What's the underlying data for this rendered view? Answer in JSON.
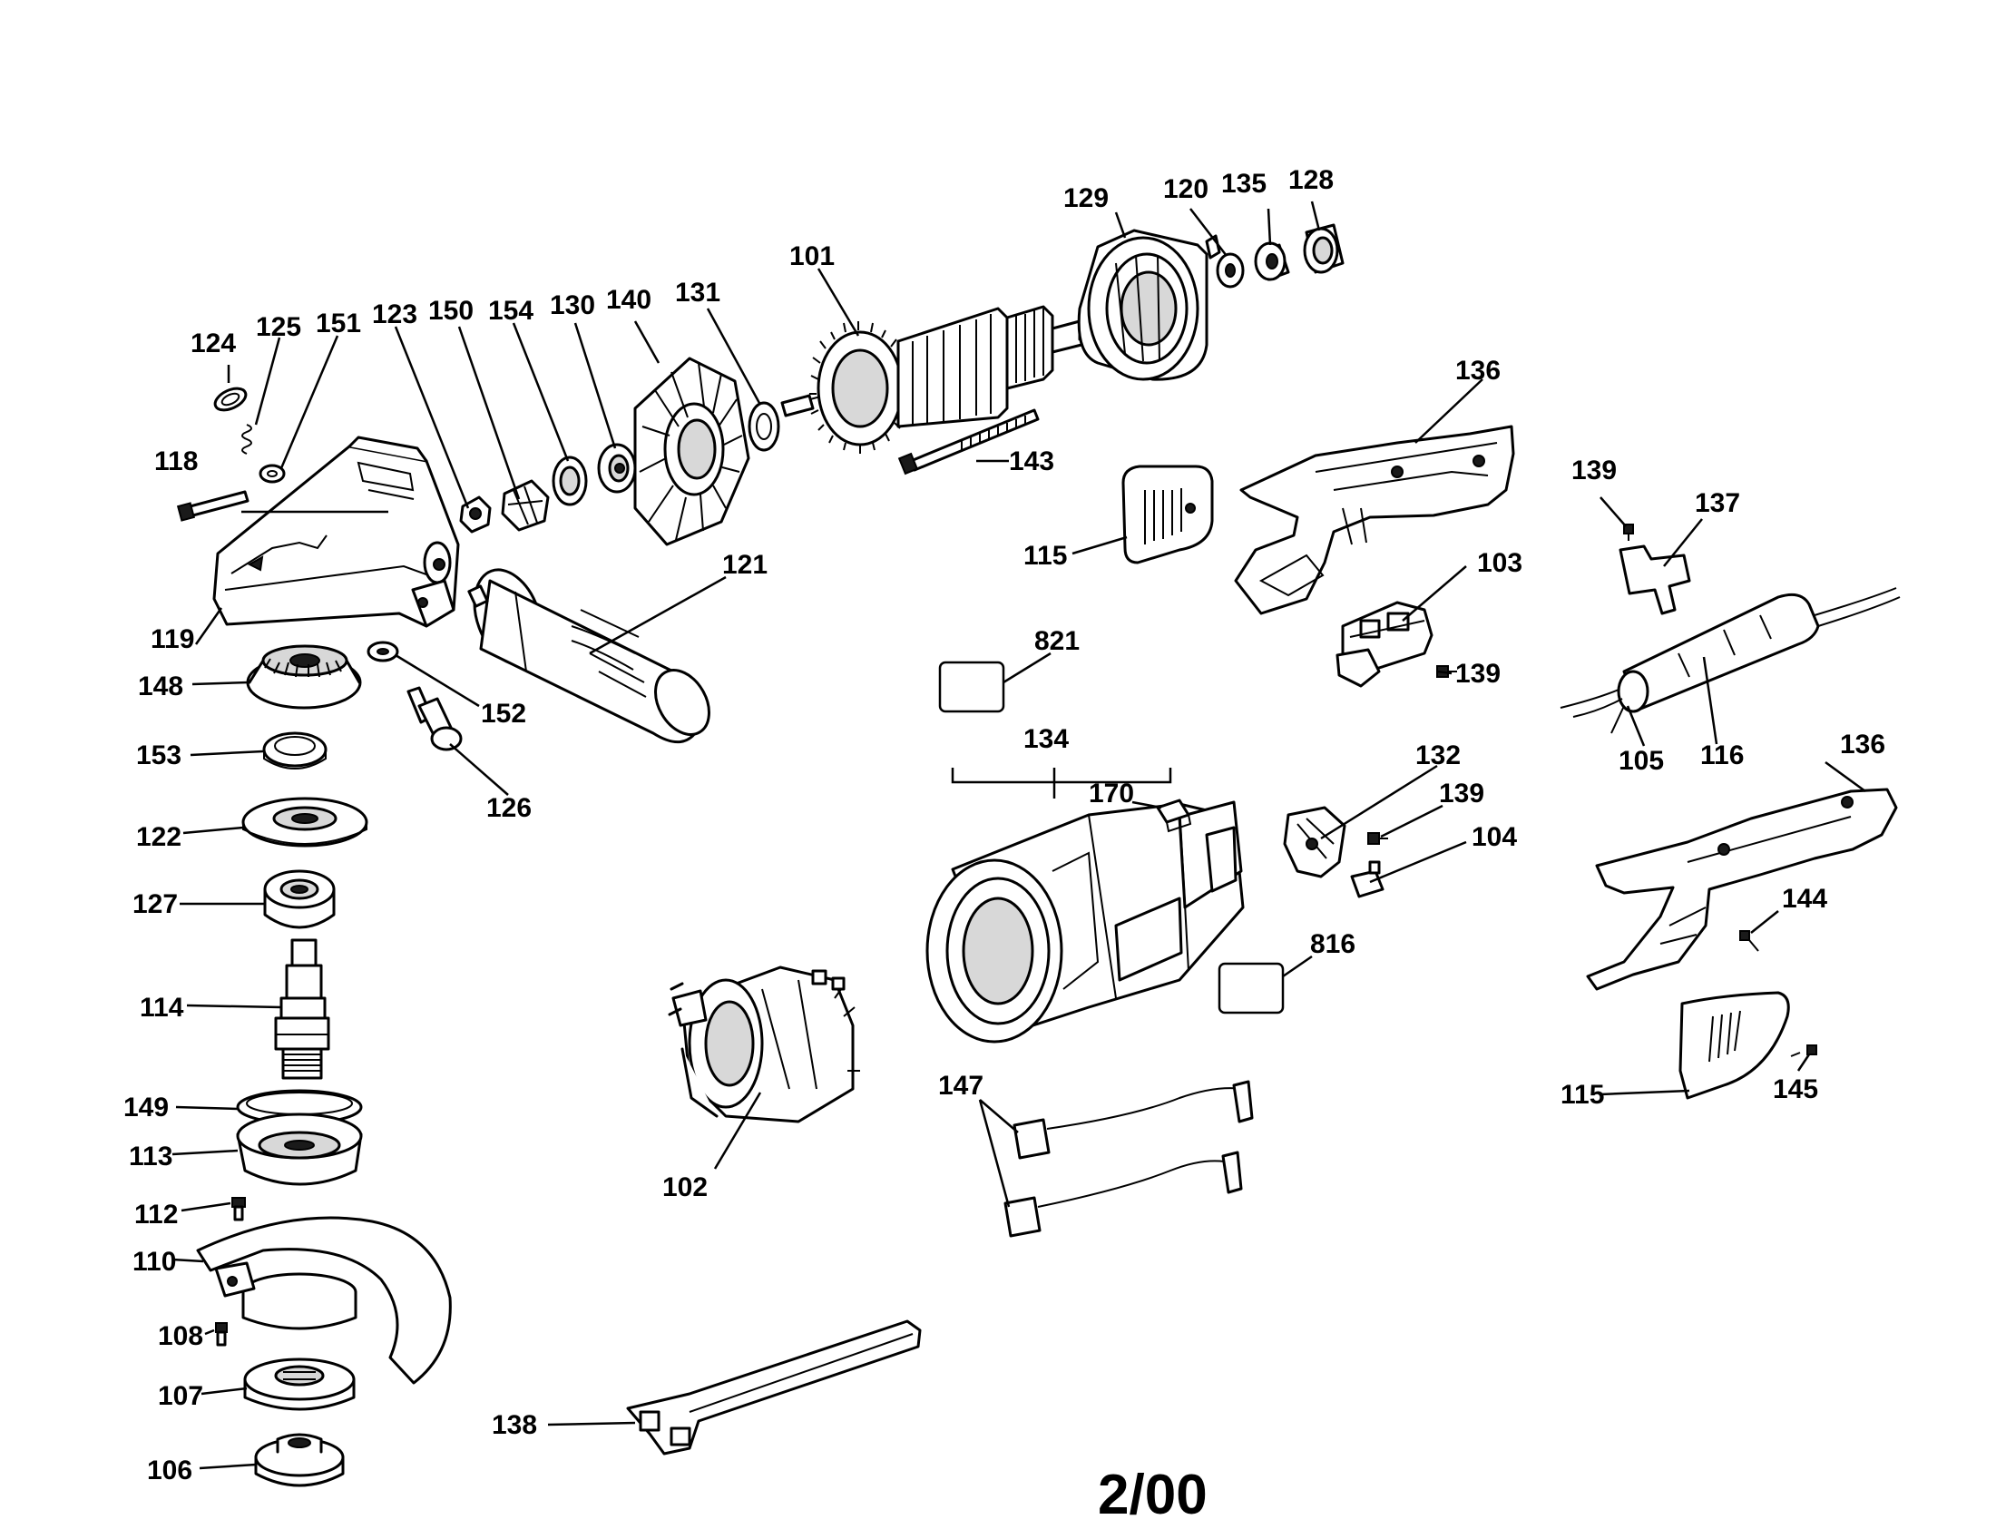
{
  "diagram": {
    "revision": "2/00",
    "parts": [
      {
        "id": "p101",
        "label": "101"
      },
      {
        "id": "p102",
        "label": "102"
      },
      {
        "id": "p103",
        "label": "103"
      },
      {
        "id": "p104",
        "label": "104"
      },
      {
        "id": "p105",
        "label": "105"
      },
      {
        "id": "p106",
        "label": "106"
      },
      {
        "id": "p107",
        "label": "107"
      },
      {
        "id": "p108",
        "label": "108"
      },
      {
        "id": "p110",
        "label": "110"
      },
      {
        "id": "p112",
        "label": "112"
      },
      {
        "id": "p113",
        "label": "113"
      },
      {
        "id": "p114",
        "label": "114"
      },
      {
        "id": "p115a",
        "label": "115"
      },
      {
        "id": "p115b",
        "label": "115"
      },
      {
        "id": "p116",
        "label": "116"
      },
      {
        "id": "p118",
        "label": "118"
      },
      {
        "id": "p119",
        "label": "119"
      },
      {
        "id": "p120",
        "label": "120"
      },
      {
        "id": "p121",
        "label": "121"
      },
      {
        "id": "p122",
        "label": "122"
      },
      {
        "id": "p123",
        "label": "123"
      },
      {
        "id": "p124",
        "label": "124"
      },
      {
        "id": "p125",
        "label": "125"
      },
      {
        "id": "p126",
        "label": "126"
      },
      {
        "id": "p127",
        "label": "127"
      },
      {
        "id": "p128",
        "label": "128"
      },
      {
        "id": "p129",
        "label": "129"
      },
      {
        "id": "p130",
        "label": "130"
      },
      {
        "id": "p131",
        "label": "131"
      },
      {
        "id": "p132",
        "label": "132"
      },
      {
        "id": "p134",
        "label": "134"
      },
      {
        "id": "p135",
        "label": "135"
      },
      {
        "id": "p136a",
        "label": "136"
      },
      {
        "id": "p136b",
        "label": "136"
      },
      {
        "id": "p137",
        "label": "137"
      },
      {
        "id": "p138",
        "label": "138"
      },
      {
        "id": "p139a",
        "label": "139"
      },
      {
        "id": "p139b",
        "label": "139"
      },
      {
        "id": "p139c",
        "label": "139"
      },
      {
        "id": "p140",
        "label": "140"
      },
      {
        "id": "p143",
        "label": "143"
      },
      {
        "id": "p144",
        "label": "144"
      },
      {
        "id": "p145",
        "label": "145"
      },
      {
        "id": "p147",
        "label": "147"
      },
      {
        "id": "p148",
        "label": "148"
      },
      {
        "id": "p149",
        "label": "149"
      },
      {
        "id": "p150",
        "label": "150"
      },
      {
        "id": "p151",
        "label": "151"
      },
      {
        "id": "p152",
        "label": "152"
      },
      {
        "id": "p153",
        "label": "153"
      },
      {
        "id": "p154",
        "label": "154"
      },
      {
        "id": "p170",
        "label": "170"
      },
      {
        "id": "p816",
        "label": "816"
      },
      {
        "id": "p821",
        "label": "821"
      }
    ]
  }
}
